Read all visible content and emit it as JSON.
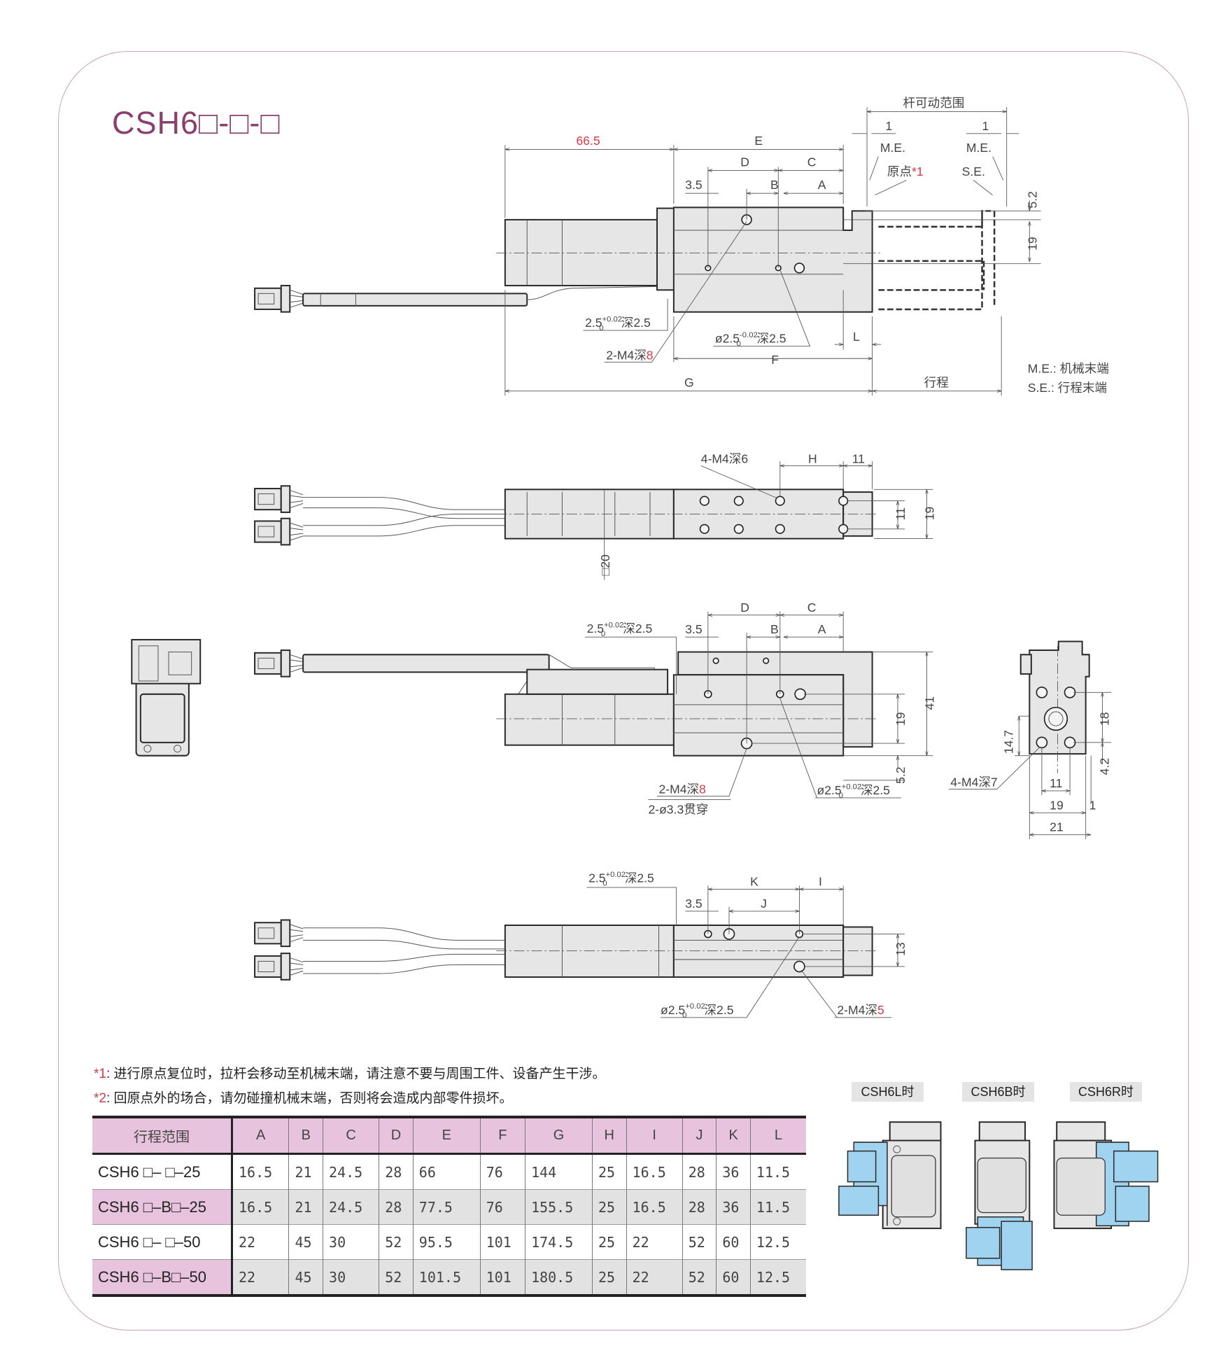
{
  "title": "CSH6□-□-□",
  "notes": [
    {
      "mark": "*1",
      "text": ": 进行原点复位时，拉杆会移动至机械末端，请注意不要与周围工件、设备产生干涉。"
    },
    {
      "mark": "*2",
      "text": ": 回原点外的场合，请勿碰撞机械末端，否则将会造成内部零件损坏。"
    }
  ],
  "table": {
    "header": [
      "行程范围",
      "A",
      "B",
      "C",
      "D",
      "E",
      "F",
      "G",
      "H",
      "I",
      "J",
      "K",
      "L"
    ],
    "rows": [
      {
        "model": "CSH6 □– □–25",
        "values": [
          "16.5",
          "21",
          "24.5",
          "28",
          "66",
          "76",
          "144",
          "25",
          "16.5",
          "28",
          "36",
          "11.5"
        ]
      },
      {
        "model": "CSH6 □–B□–25",
        "values": [
          "16.5",
          "21",
          "24.5",
          "28",
          "77.5",
          "76",
          "155.5",
          "25",
          "16.5",
          "28",
          "36",
          "11.5"
        ]
      },
      {
        "model": "CSH6 □– □–50",
        "values": [
          "22",
          "45",
          "30",
          "52",
          "95.5",
          "101",
          "174.5",
          "25",
          "22",
          "52",
          "60",
          "12.5"
        ]
      },
      {
        "model": "CSH6 □–B□–50",
        "values": [
          "22",
          "45",
          "30",
          "52",
          "101.5",
          "101",
          "180.5",
          "25",
          "22",
          "52",
          "60",
          "12.5"
        ]
      }
    ]
  },
  "variants": [
    "CSH6L时",
    "CSH6B时",
    "CSH6R时"
  ],
  "legend": [
    "M.E.: 机械末端",
    "S.E.: 行程末端"
  ],
  "colors": {
    "title": "#8b3f6e",
    "accent_red": "#d63a45",
    "header_pink": "#e8c3dd",
    "connector_blue": "#9fd3ef"
  },
  "views": {
    "top": {
      "d66_5": "66.5",
      "E": "E",
      "D": "D",
      "C": "C",
      "B": "B",
      "A": "A",
      "d3_5": "3.5",
      "rod_range": "杆可动范围",
      "one_a": "1",
      "one_b": "1",
      "me1": "M.E.",
      "origin": "原点",
      "origin_mark": "*1",
      "me2": "M.E.",
      "se": "S.E.",
      "d5_2": "5.2",
      "d19": "19",
      "L": "L",
      "F": "F",
      "G": "G",
      "stroke": "行程",
      "pin": {
        "base": "2.5",
        "upper": "+0.02",
        "lower": "0",
        "depth": "深2.5"
      },
      "m4": {
        "text": "2-M4深",
        "depth": "8"
      },
      "phi": {
        "base": "ø2.5",
        "upper": "-0.02",
        "lower": "0",
        "depth": "深2.5"
      }
    },
    "side": {
      "m4": "4-M4深6",
      "H": "H",
      "d11": "11",
      "v11": "11",
      "v19": "19",
      "sq20": "□20"
    },
    "front": {
      "D": "D",
      "C": "C",
      "B": "B",
      "A": "A",
      "d3_5": "3.5",
      "pin": {
        "base": "2.5",
        "upper": "+0.02",
        "lower": "0",
        "depth": "深2.5"
      },
      "d41": "41",
      "d19": "19",
      "d5_2": "5.2",
      "m4": {
        "text": "2-M4深",
        "depth": "8"
      },
      "thru": "2-ø3.3贯穿",
      "phi": {
        "base": "ø2.5",
        "upper": "+0.02",
        "lower": "0",
        "depth": "深2.5"
      }
    },
    "end": {
      "d14_7": "14.7",
      "d18": "18",
      "d4_2": "4.2",
      "d11": "11",
      "d19": "19",
      "d1": "1",
      "d21": "21",
      "m4": "4-M4深7"
    },
    "bottom": {
      "pin": {
        "base": "2.5",
        "upper": "+0.02",
        "lower": "0",
        "depth": "深2.5"
      },
      "K": "K",
      "I": "I",
      "d3_5": "3.5",
      "J": "J",
      "d13": "13",
      "phi": {
        "base": "ø2.5",
        "upper": "+0.02",
        "lower": "0",
        "depth": "深2.5"
      },
      "m4": {
        "text": "2-M4深",
        "depth": "5"
      }
    }
  }
}
